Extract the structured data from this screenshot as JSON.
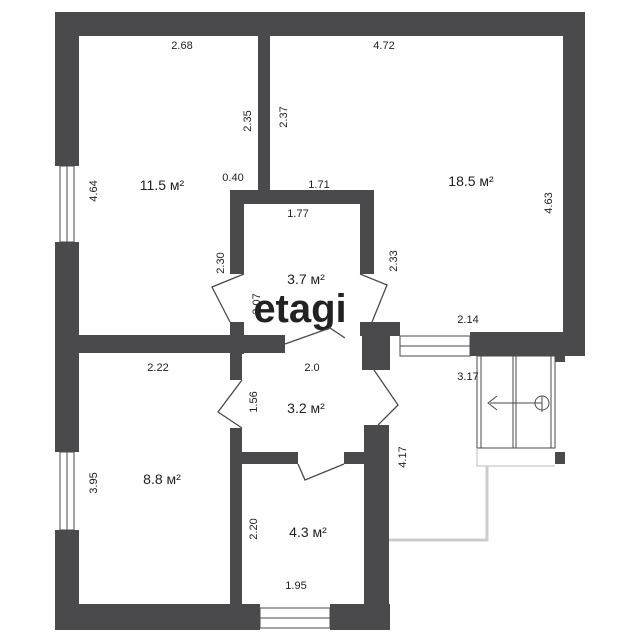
{
  "watermark": "etagi",
  "colors": {
    "wall": "#4a4a4d",
    "background": "#ffffff",
    "text": "#222222",
    "thin_line": "#999999"
  },
  "rooms": [
    {
      "id": "room-top-left",
      "area": "11.5 м²"
    },
    {
      "id": "room-top-right",
      "area": "18.5 м²"
    },
    {
      "id": "room-bath",
      "area": "3.7 м²"
    },
    {
      "id": "room-hall",
      "area": "3.2 м²"
    },
    {
      "id": "room-bottom-left",
      "area": "8.8 м²"
    },
    {
      "id": "room-kitchen",
      "area": "4.3 м²"
    }
  ],
  "dimensions": [
    "2.68",
    "4.72",
    "2.35",
    "2.37",
    "4.64",
    "0.40",
    "1.71",
    "4.63",
    "1.77",
    "2.30",
    "2.33",
    "2.07",
    "2.14",
    "2.22",
    "2.0",
    "3.17",
    "1.56",
    "3.95",
    "4.17",
    "2.20",
    "1.95"
  ]
}
